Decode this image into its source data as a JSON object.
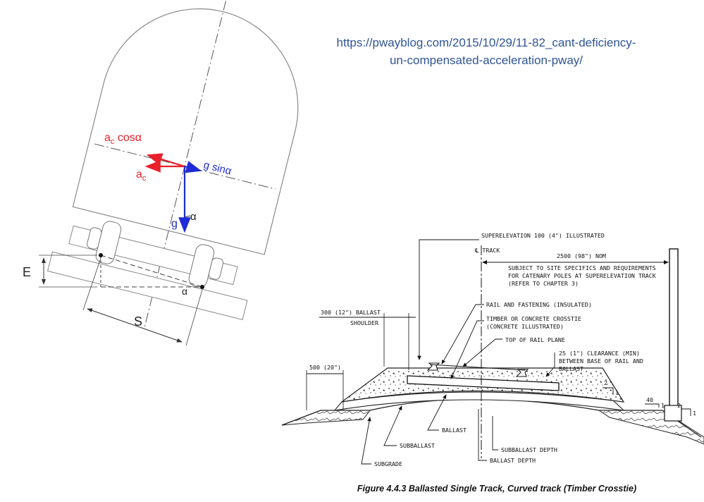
{
  "source_url": {
    "line1": "https://pwayblog.com/2015/10/29/11-82_cant-deficiency-",
    "line2": "un-compensated-acceleration-pway/"
  },
  "left_diagram": {
    "labels": {
      "ac_cos": "a",
      "ac_cos_sub": "c",
      "ac_cos_tail": " cosα",
      "ac": "a",
      "ac_sub": "c",
      "g_sin": "g sinα",
      "g": "g",
      "alpha_top": "α",
      "alpha_bottom": "α",
      "E": "E",
      "S": "S"
    },
    "colors": {
      "red": "#e8202a",
      "blue": "#1f2bd6",
      "line": "#555555"
    }
  },
  "right_diagram": {
    "labels": {
      "superelevation": "SUPERELEVATION 100 (4\") ILLUSTRATED",
      "track": "℄ TRACK",
      "nom": "2500 (98\") NOM",
      "subject1": "SUBJECT TO SITE SPECIFICS AND REQUIREMENTS",
      "subject2": "FOR CATENARY POLES AT SUPERELEVATION TRACK",
      "subject3": "(REFER TO CHAPTER 3)",
      "ballast_shoulder1": "300 (12\") BALLAST",
      "ballast_shoulder2": "SHOULDER",
      "rail_fastening": "RAIL AND FASTENING (INSULATED)",
      "crosstie1": "TIMBER OR CONCRETE CROSSTIE",
      "crosstie2": "(CONCRETE ILLUSTRATED)",
      "top_rail": "TOP OF RAIL PLANE",
      "clearance1": "25 (1\") CLEARANCE (MIN)",
      "clearance2": "BETWEEN BASE OF RAIL AND",
      "clearance3": "BALLAST",
      "dim500": "500 (20\")",
      "slope2": "2",
      "slope1": "1",
      "slope40": "40",
      "slope1b": "1",
      "slope2b": "2",
      "slope1c": "1",
      "ballast": "BALLAST",
      "subballast": "SUBBALLAST",
      "subgrade": "SUBGRADE",
      "subballast_depth": "SUBBALLAST DEPTH",
      "ballast_depth": "BALLAST DEPTH"
    }
  },
  "caption": "Figure 4.4.3  Ballasted Single Track, Curved track (Timber Crosstie)"
}
